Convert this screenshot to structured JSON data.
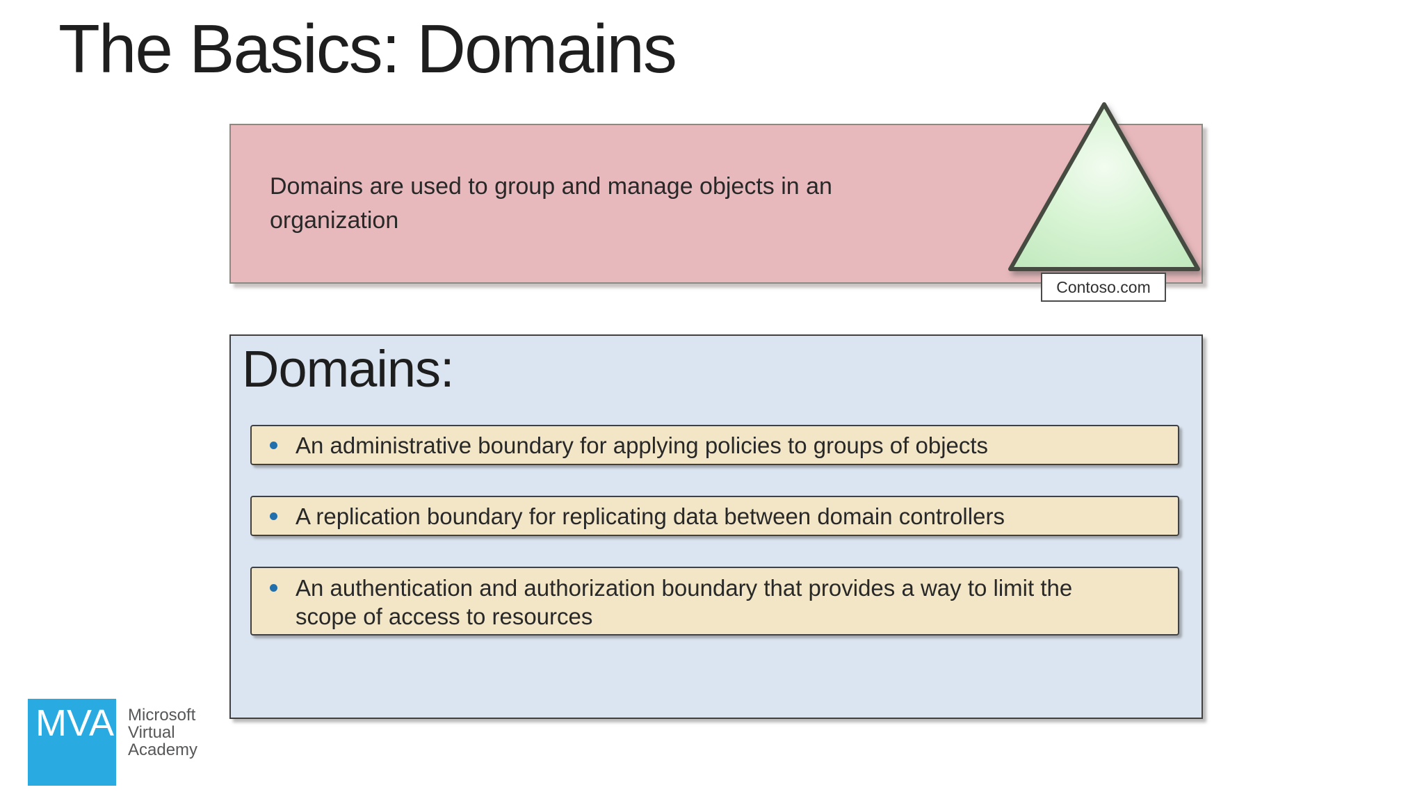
{
  "slide": {
    "title": "The Basics: Domains"
  },
  "info_box": {
    "lines": [
      "Domains are used to group and manage objects in an",
      "organization"
    ]
  },
  "domain_shape": {
    "label": "Contoso.com"
  },
  "domains_panel": {
    "heading": "Domains:",
    "bullets": [
      {
        "lines": [
          "An administrative boundary for applying policies to groups of objects",
          ""
        ]
      },
      {
        "lines": [
          "A replication boundary for replicating data between domain controllers",
          ""
        ]
      },
      {
        "lines": [
          "An authentication and authorization boundary that provides a way to limit the",
          "scope of access to resources"
        ]
      }
    ]
  },
  "footer": {
    "logo_text": "MVA",
    "brand_lines": [
      "Microsoft",
      "Virtual",
      "Academy"
    ]
  },
  "colors": {
    "page_bg": "#ffffff",
    "title_text": "#1e1e1e",
    "body_text": "#282828",
    "pink_fill": "#e8b9bc",
    "pink_border": "#8a8a83",
    "blue_fill": "#dbe5f1",
    "panel_border": "#404040",
    "tan_fill": "#f2e6c7",
    "bullet_dot": "#2170ad",
    "triangle_fill_light": "#f2fcf0",
    "triangle_fill_mid": "#d8f4d4",
    "triangle_fill_dark": "#bfe8bc",
    "triangle_stroke": "#454b40",
    "label_fill": "#ffffff",
    "label_border": "#4a4a4a",
    "label_text": "#303030",
    "mva_blue": "#29abe2",
    "mva_gray": "#565759"
  }
}
